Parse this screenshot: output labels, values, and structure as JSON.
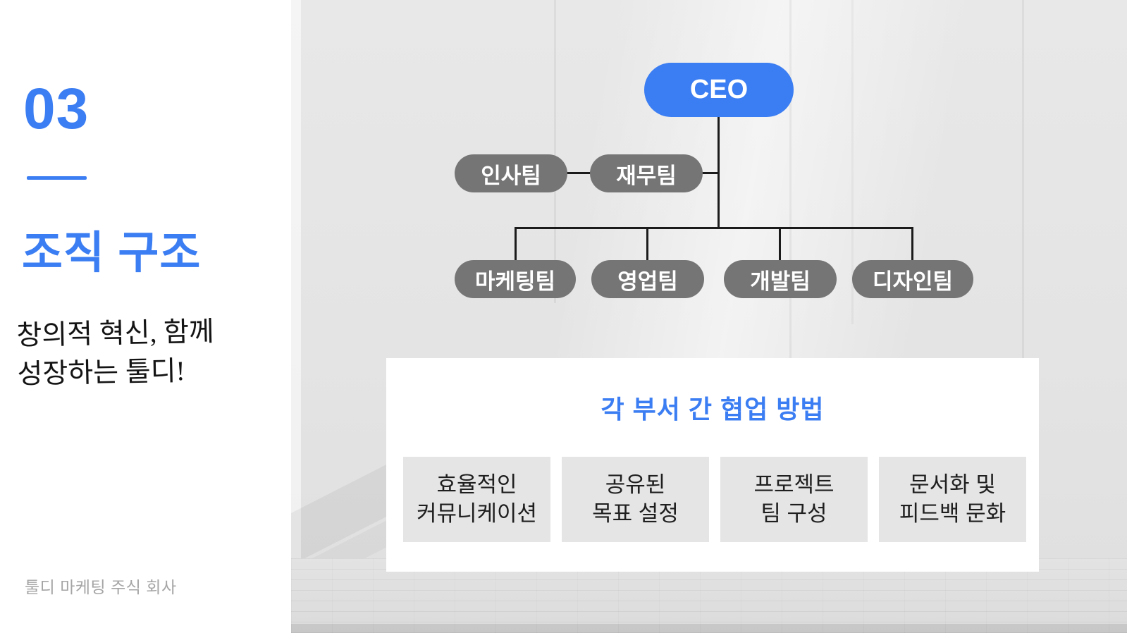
{
  "colors": {
    "accent": "#3b7df2",
    "node-gray": "#757575",
    "line": "#1b1b1b",
    "bg-right": "#e4e4e4",
    "panel": "#ffffff",
    "item-gray": "#e5e5e5",
    "footer-gray": "#a5a5a5",
    "ink": "#141414"
  },
  "sidebar": {
    "section_number": "03",
    "title": "조직 구조",
    "tagline": {
      "line1": "창의적 혁신, 함께",
      "line2": "성장하는 툴디!"
    },
    "company": "툴디 마케팅 주식 회사"
  },
  "org_chart": {
    "root": "CEO",
    "staff_teams": [
      "인사팀",
      "재무팀"
    ],
    "line_teams": [
      "마케팅팀",
      "영업팀",
      "개발팀",
      "디자인팀"
    ]
  },
  "collaboration": {
    "title": "각 부서 간 협업 방법",
    "items": [
      {
        "line1": "효율적인",
        "line2": "커뮤니케이션"
      },
      {
        "line1": "공유된",
        "line2": "목표 설정"
      },
      {
        "line1": "프로젝트",
        "line2": "팀 구성"
      },
      {
        "line1": "문서화 및",
        "line2": "피드백 문화"
      }
    ]
  }
}
